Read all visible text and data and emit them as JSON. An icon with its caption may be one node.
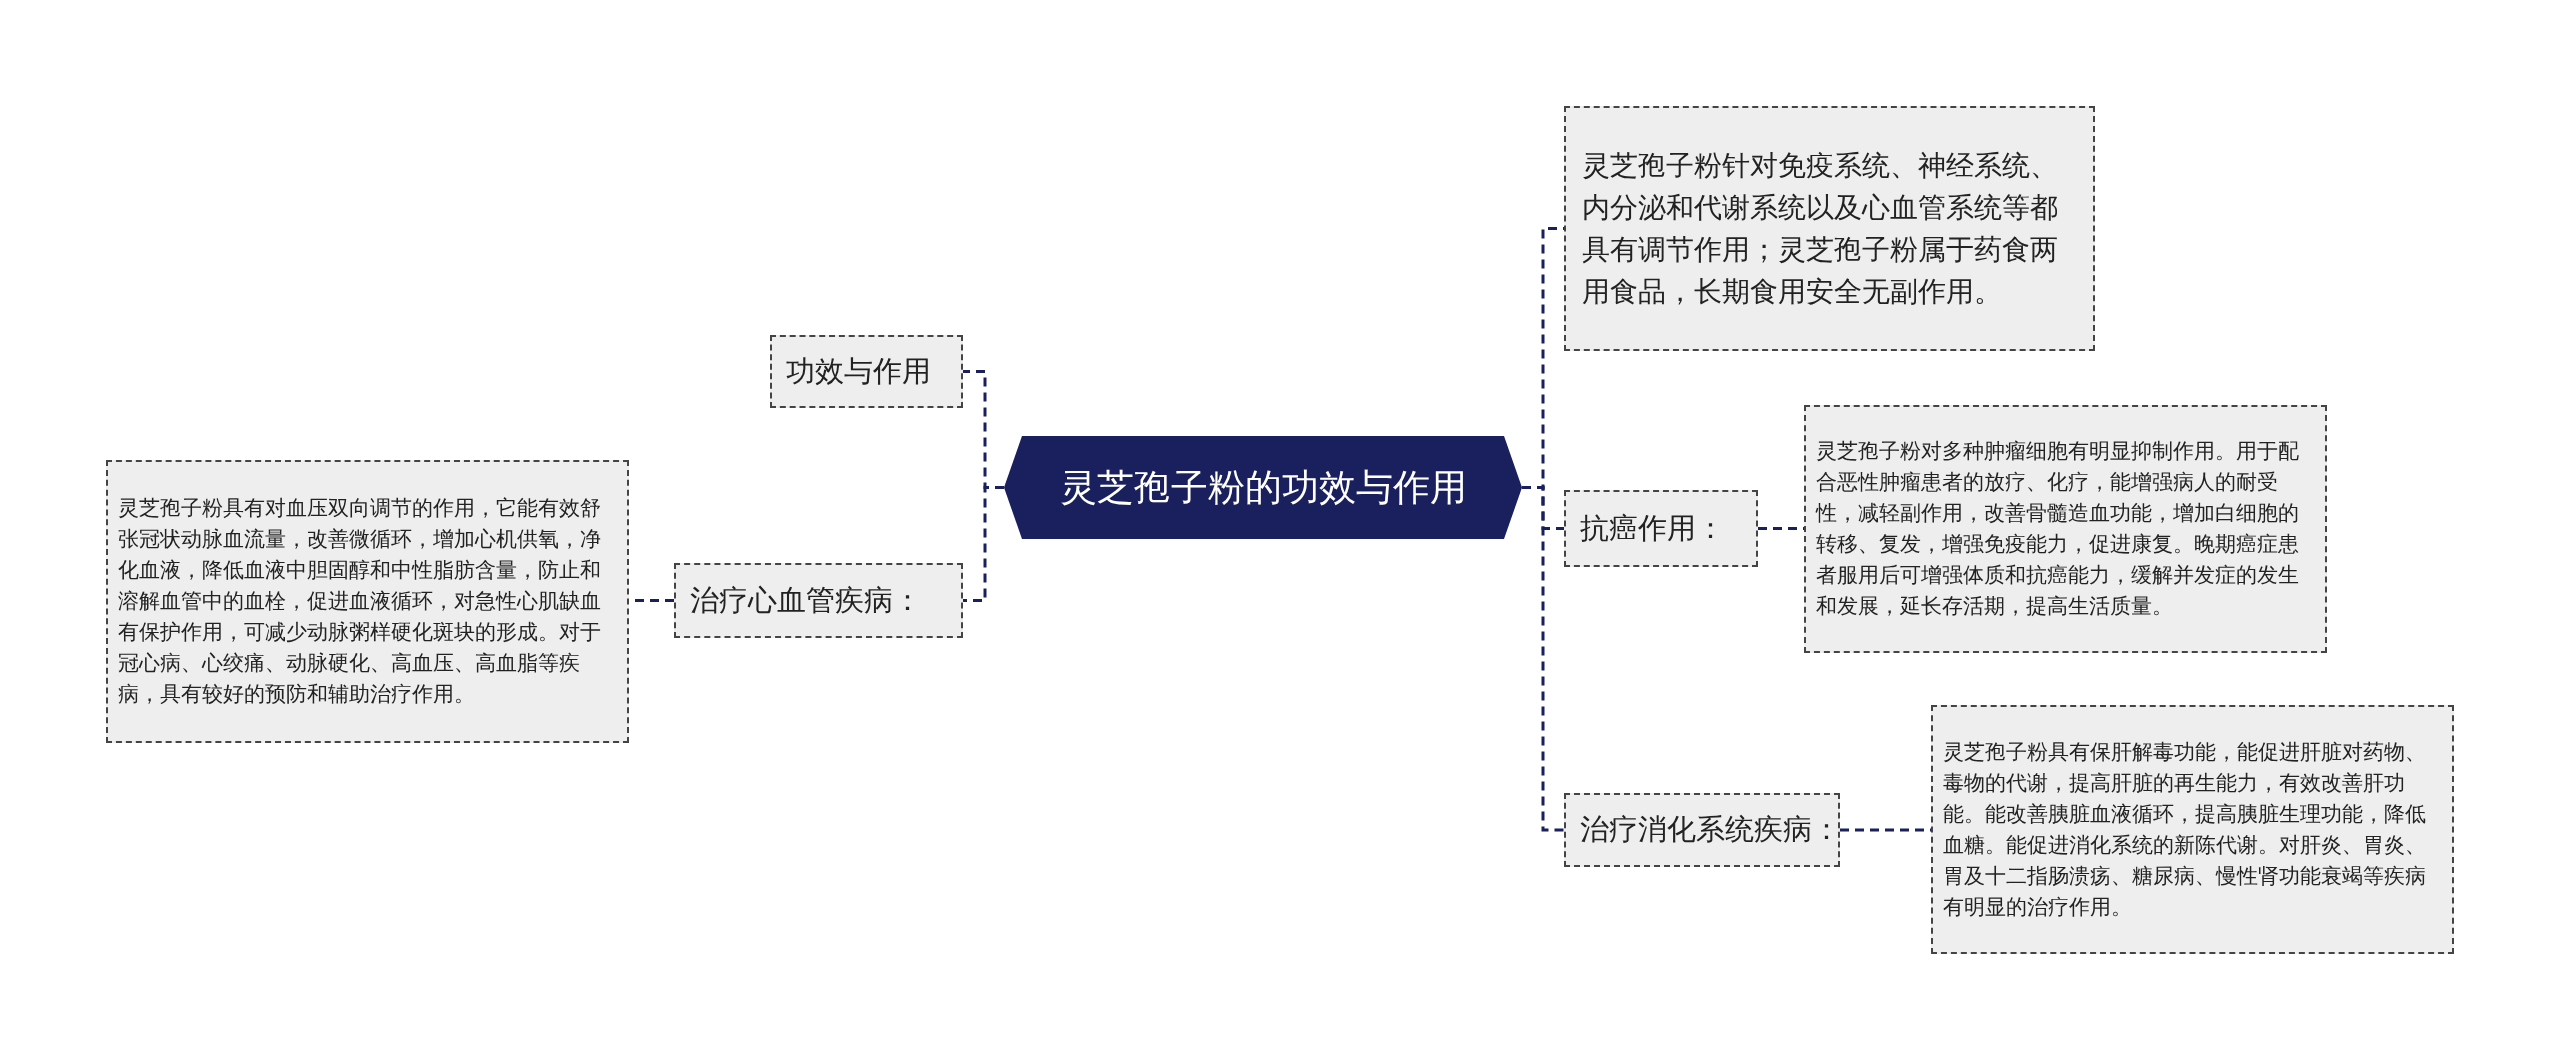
{
  "diagram": {
    "nodes": [
      {
        "text": [
          "灵芝孢子粉的功效与作用"
        ]
      },
      {
        "text": [
          "功效与作用"
        ]
      },
      {
        "text": [
          "治疗心血管疾病："
        ]
      },
      {
        "text": [
          "灵芝孢子粉具有对血压双向调节的作用，它能有效舒张冠状动脉血流量，改善微循环，增加心机供氧，净化血液，降低血液中胆固醇和中性脂肪含量，防止和溶解血管中的血栓，促进血液循环，对急性心肌缺血有保护作用，可减少动脉粥样硬化斑块的形成。对于冠心病、心绞痛、动脉硬化、高血压、高血脂等疾病，具有较好的预防和辅助治疗作用。"
        ]
      },
      {
        "text": [
          "灵芝孢子粉针对免疫系统、神经系统、内分泌和代谢系统以及心血管系统等都具有调节作用；灵芝孢子粉属于药食两用食品，长期食用安全无副作用。"
        ]
      },
      {
        "text": [
          "抗癌作用："
        ]
      },
      {
        "text": [
          "灵芝孢子粉对多种肿瘤细胞有明显抑制作用。用于配合恶性肿瘤患者的放疗、化疗，能增强病人的耐受性，减轻副作用，改善骨髓造血功能，增加白细胞的转移、复发，增强免疫能力，促进康复。晚期癌症患者服用后可增强体质和抗癌能力，缓解并发症的发生和发展，延长存活期，提高生活质量。"
        ]
      },
      {
        "text": [
          "治疗消化系统疾病："
        ]
      },
      {
        "text": [
          "灵芝孢子粉具有保肝解毒功能，能促进肝脏对药物、毒物的代谢，提高肝脏的再生能力，有效改善肝功能。能改善胰脏血液循环，提高胰脏生理功能，降低血糖。能促进消化系统的新陈代谢。对肝炎、胃炎、胃及十二指肠溃疡、糖尿病、慢性肾功能衰竭等疾病有明显的治疗作用。"
        ]
      }
    ],
    "edges": [
      {
        "from": 0,
        "to": 1,
        "arrow": "none",
        "style": "dashed"
      },
      {
        "from": 0,
        "to": 2,
        "arrow": "none",
        "style": "dashed"
      },
      {
        "from": 2,
        "to": 3,
        "arrow": "none",
        "style": "dashed"
      },
      {
        "from": 0,
        "to": 4,
        "arrow": "none",
        "style": "dashed"
      },
      {
        "from": 0,
        "to": 5,
        "arrow": "none",
        "style": "dashed"
      },
      {
        "from": 5,
        "to": 6,
        "arrow": "none",
        "style": "dashed"
      },
      {
        "from": 0,
        "to": 7,
        "arrow": "none",
        "style": "dashed"
      },
      {
        "from": 7,
        "to": 8,
        "arrow": "none",
        "style": "dashed"
      }
    ]
  }
}
